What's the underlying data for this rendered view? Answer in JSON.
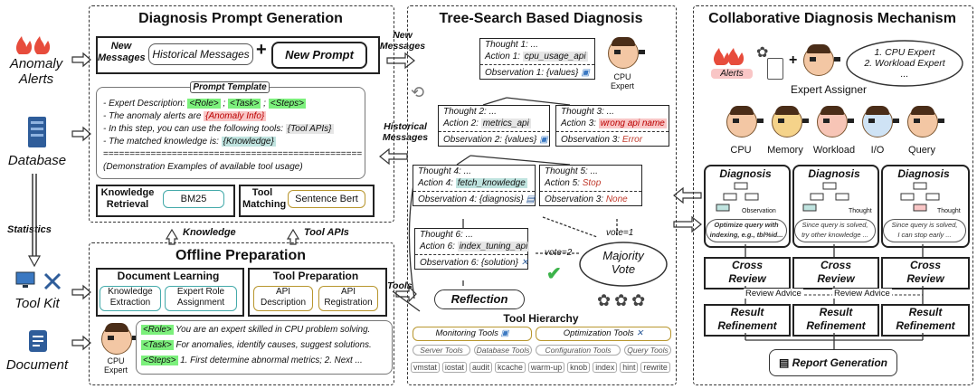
{
  "left_labels": {
    "anomaly": [
      "Anomaly",
      "Alerts"
    ],
    "database": "Database",
    "statistics": "Statistics",
    "toolkit": "Tool Kit",
    "document": "Document"
  },
  "prompt_gen": {
    "title": "Diagnosis Prompt Generation",
    "new_messages": [
      "New",
      "Messages"
    ],
    "historical": "Historical Messages",
    "plus": "+",
    "new_prompt": "New Prompt",
    "template_title": "Prompt Template",
    "template_lines": [
      [
        "- Expert Description: ",
        "<Role>",
        " ; ",
        "<Task>",
        " ; ",
        "<Steps>"
      ],
      [
        "- The anomaly alerts are ",
        "{Anomaly Info}"
      ],
      [
        "- In this step, you can use the following tools: ",
        "{Tool APIs}"
      ],
      [
        "- The matched knowledge is: ",
        "{Knowledge}"
      ]
    ],
    "separator": "==========================================================",
    "demo": "(Demonstration Examples of available tool usage)",
    "knowledge_retrieval": [
      "Knowledge",
      "Retrieval"
    ],
    "bm25": "BM25",
    "tool_matching": [
      "Tool",
      "Matching"
    ],
    "sentence_bert": "Sentence Bert"
  },
  "mid_arrows": {
    "knowledge": "Knowledge",
    "tool_apis": "Tool APIs"
  },
  "offline": {
    "title": "Offline Preparation",
    "doc_learning": "Document Learning",
    "knowledge_extraction": [
      "Knowledge",
      "Extraction"
    ],
    "expert_role": [
      "Expert Role",
      "Assignment"
    ],
    "tool_prep": "Tool Preparation",
    "api_desc": [
      "API",
      "Description"
    ],
    "api_reg": [
      "API",
      "Registration"
    ],
    "cpu_expert": [
      "CPU",
      "Expert"
    ],
    "role_tag": "<Role>",
    "role_text": " You are an expert skilled in CPU problem solving.",
    "task_tag": "<Task>",
    "task_text": " For anomalies, identify causes, suggest solutions.",
    "steps_tag": "<Steps>",
    "steps_text": " 1. First determine abnormal metrics; 2. Next ..."
  },
  "connector": {
    "new_messages": [
      "New",
      "Messages"
    ],
    "historical_messages": [
      "Historical",
      "Messages"
    ],
    "tools": "Tools"
  },
  "tree": {
    "title": "Tree-Search Based Diagnosis",
    "cpu_expert": [
      "CPU",
      "Expert"
    ],
    "n1": {
      "thought": "Thought 1: ...",
      "action_pre": "Action 1: ",
      "action": "cpu_usage_api",
      "obs": "Observation 1: {values}"
    },
    "n2": {
      "thought": "Thought 2: ...",
      "action_pre": "Action 2: ",
      "action": "metrics_api",
      "obs": "Observation 2: {values}"
    },
    "n3": {
      "thought": "Thought 3: ...",
      "action_pre": "Action 3: ",
      "action": "wrong api name",
      "obs_pre": "Observation 3: ",
      "obs": "Error"
    },
    "n4": {
      "thought": "Thought 4: ...",
      "action_pre": "Action 4: ",
      "action": "fetch_knowledge",
      "obs": "Observation 4: {diagnosis}"
    },
    "n5": {
      "thought": "Thought 5: ...",
      "action_pre": "Action 5: ",
      "action": "Stop",
      "obs_pre": "Observation 3: ",
      "obs": "None"
    },
    "n6": {
      "thought": "Thought 6: ...",
      "action_pre": "Action 6: ",
      "action": "index_tuning_api",
      "obs": "Observation 6: {solution}"
    },
    "vote1": "vote=1",
    "vote2": "vote=2",
    "majority": [
      "Majority",
      "Vote"
    ],
    "reflection": "Reflection"
  },
  "tool_hierarchy": {
    "title": "Tool Hierarchy",
    "monitoring": "Monitoring Tools",
    "optimization": "Optimization Tools",
    "server": "Server Tools",
    "database": "Database Tools",
    "configuration": "Configuration Tools",
    "query": "Query Tools",
    "leaves": [
      "vmstat",
      "iostat",
      "audit",
      "kcache",
      "warm-up",
      "knob",
      "index",
      "hint",
      "rewrite"
    ]
  },
  "collab": {
    "title": "Collaborative Diagnosis Mechanism",
    "alerts": "Alerts",
    "plus": "+",
    "cloud_lines": [
      "1. CPU Expert",
      "2. Workload Expert",
      "..."
    ],
    "assigner": "Expert Assigner",
    "experts": [
      "CPU",
      "Memory",
      "Workload",
      "I/O",
      "Query"
    ],
    "diagnosis": "Diagnosis",
    "observation": "Observation",
    "thought": "Thought",
    "bubble1": [
      "Optimize query with",
      "indexing, e.g., tbl%id..."
    ],
    "bubble2": [
      "Since query is solved,",
      "try other knowledge ..."
    ],
    "bubble3": [
      "Since query is solved,",
      "I can stop early ..."
    ],
    "cross_review": [
      "Cross",
      "Review"
    ],
    "review_advice": "Review Advice",
    "result_refinement": [
      "Result",
      "Refinement"
    ],
    "report": "Report Generation"
  },
  "colors": {
    "green_tag": "#7cf07c",
    "red_tag": "#f9c6c6",
    "teal": "#4aa",
    "gold": "#b8962e"
  }
}
